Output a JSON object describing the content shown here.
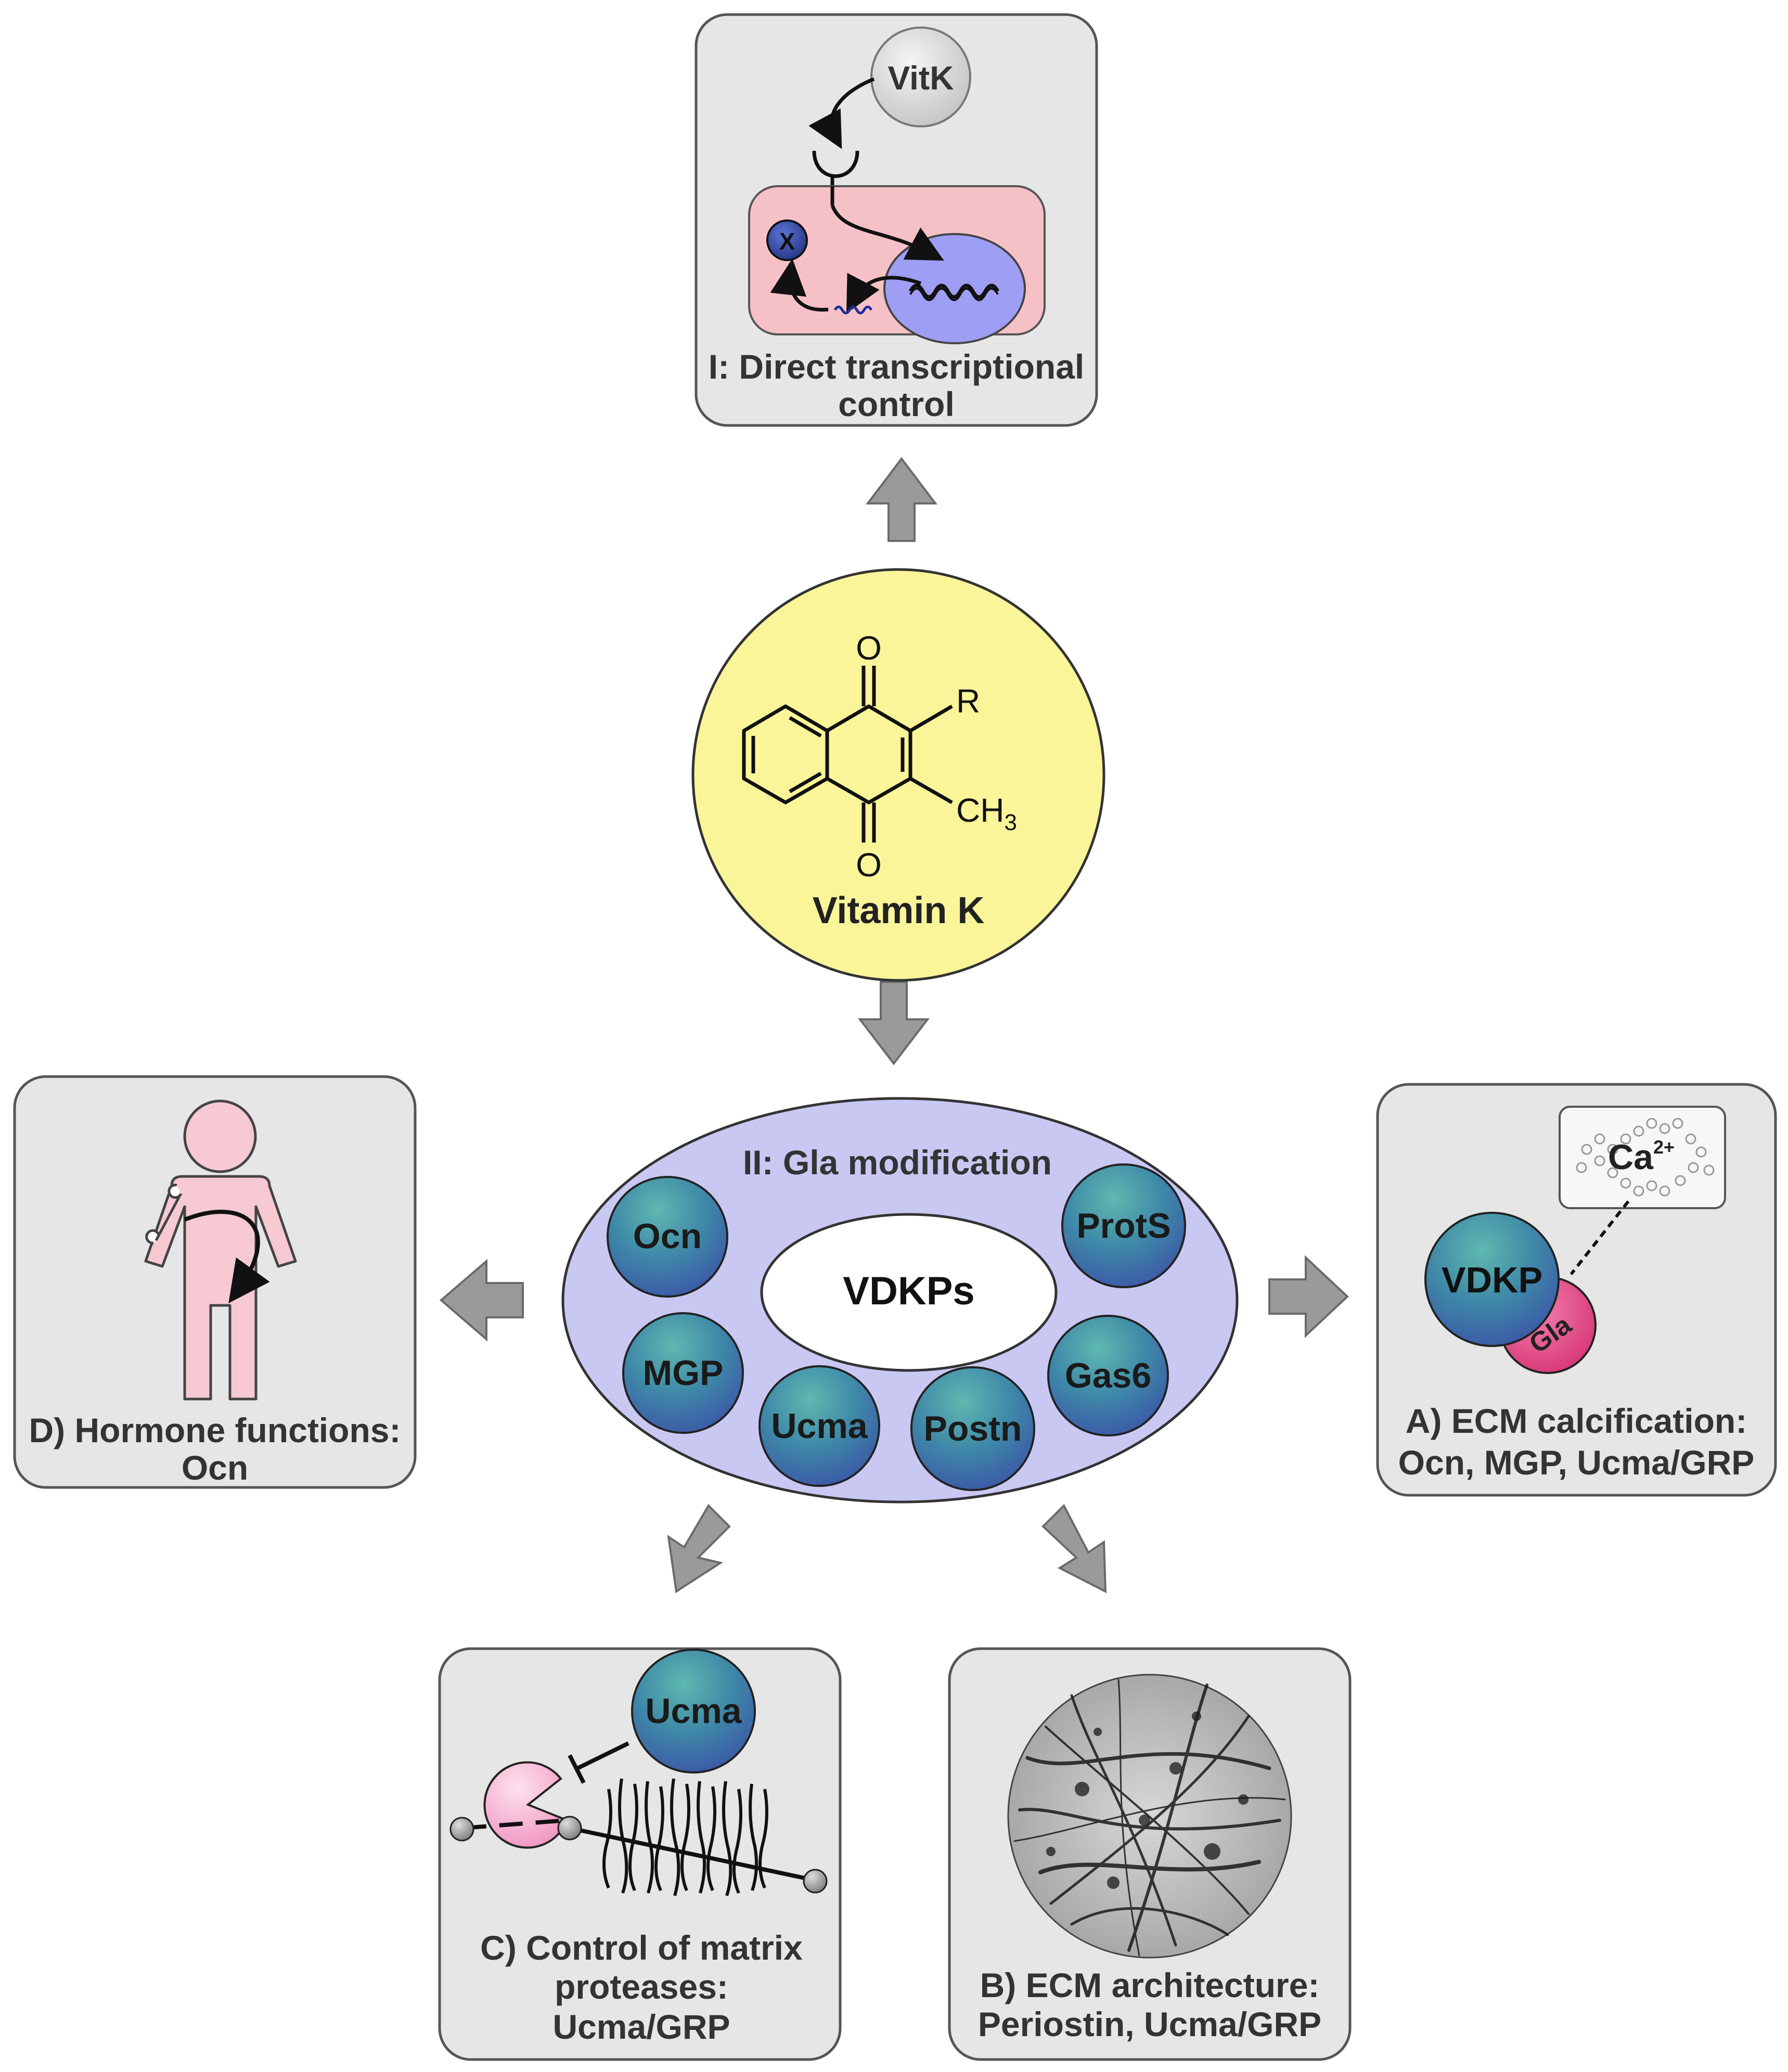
{
  "center": {
    "molecule_name": "Vitamin K",
    "substituent_R": "R",
    "substituent_methyl": "CH",
    "methyl_subscript": "3",
    "oxygen_top": "O",
    "oxygen_bottom": "O"
  },
  "panel_I": {
    "label_line1": "I: Direct transcriptional",
    "label_line2": "control",
    "vitk_ball": "VitK",
    "target_x": "X"
  },
  "panel_II": {
    "title": "II: Gla modification",
    "center_label": "VDKPs",
    "proteins": [
      "Ocn",
      "ProtS",
      "MGP",
      "Gas6",
      "Ucma",
      "Postn"
    ]
  },
  "panel_A": {
    "label_line1": "A) ECM calcification:",
    "label_line2": "Ocn, MGP, Ucma/GRP",
    "ion": "Ca",
    "ion_charge": "2+",
    "protein": "VDKP",
    "gla": "Gla"
  },
  "panel_B": {
    "label_line1": "B) ECM architecture:",
    "label_line2": "Periostin, Ucma/GRP"
  },
  "panel_C": {
    "label_line1": "C) Control of matrix",
    "label_line2": "proteases:",
    "label_line3": "Ucma/GRP",
    "protein": "Ucma"
  },
  "panel_D": {
    "label_line1": "D) Hormone functions:",
    "label_line2": "Ocn"
  },
  "colors": {
    "panel_fill": "#e6e6e6",
    "panel_stroke": "#555555",
    "vitamin_circle": "#fbf59a",
    "gla_ellipse": "#c9c8f3",
    "cell_pink": "#f6c1c6",
    "nucleus": "#9f9ef5",
    "protein_teal": "#3f8fa5",
    "protein_blue": "#3b4fa8",
    "gla_pink": "#e0447f",
    "arrow_gray": "#9a9a9a",
    "person_pink": "#f6c9d3"
  }
}
